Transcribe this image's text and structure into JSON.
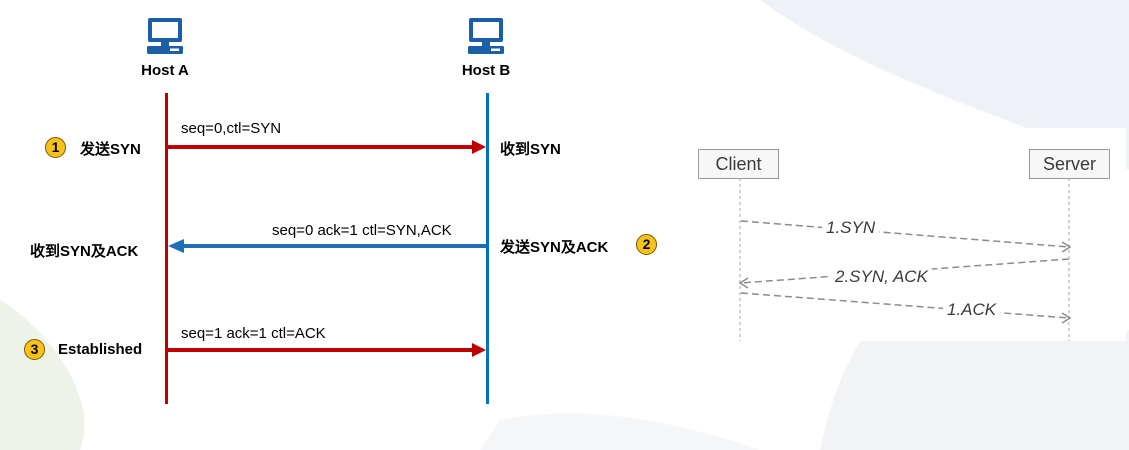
{
  "hosts": {
    "a_label": "Host A",
    "b_label": "Host B"
  },
  "steps": [
    {
      "number": "1",
      "message": "seq=0,ctl=SYN",
      "sender_text": "发送SYN",
      "receiver_text": "收到SYN"
    },
    {
      "number": "2",
      "message": "seq=0 ack=1 ctl=SYN,ACK",
      "sender_text": "发送SYN及ACK",
      "receiver_text": "收到SYN及ACK"
    },
    {
      "number": "3",
      "message": "seq=1 ack=1 ctl=ACK",
      "sender_text": "Established"
    }
  ],
  "panel": {
    "client_label": "Client",
    "server_label": "Server",
    "messages": [
      "1.SYN",
      "2.SYN, ACK",
      "1.ACK"
    ]
  },
  "colors": {
    "host_a_line": "#c00000",
    "host_b_line": "#0070c0",
    "ack_arrow": "#1f6eb8",
    "badge": "#f8c21a"
  },
  "icons": {
    "host_a": "computer-icon",
    "host_b": "computer-icon"
  }
}
